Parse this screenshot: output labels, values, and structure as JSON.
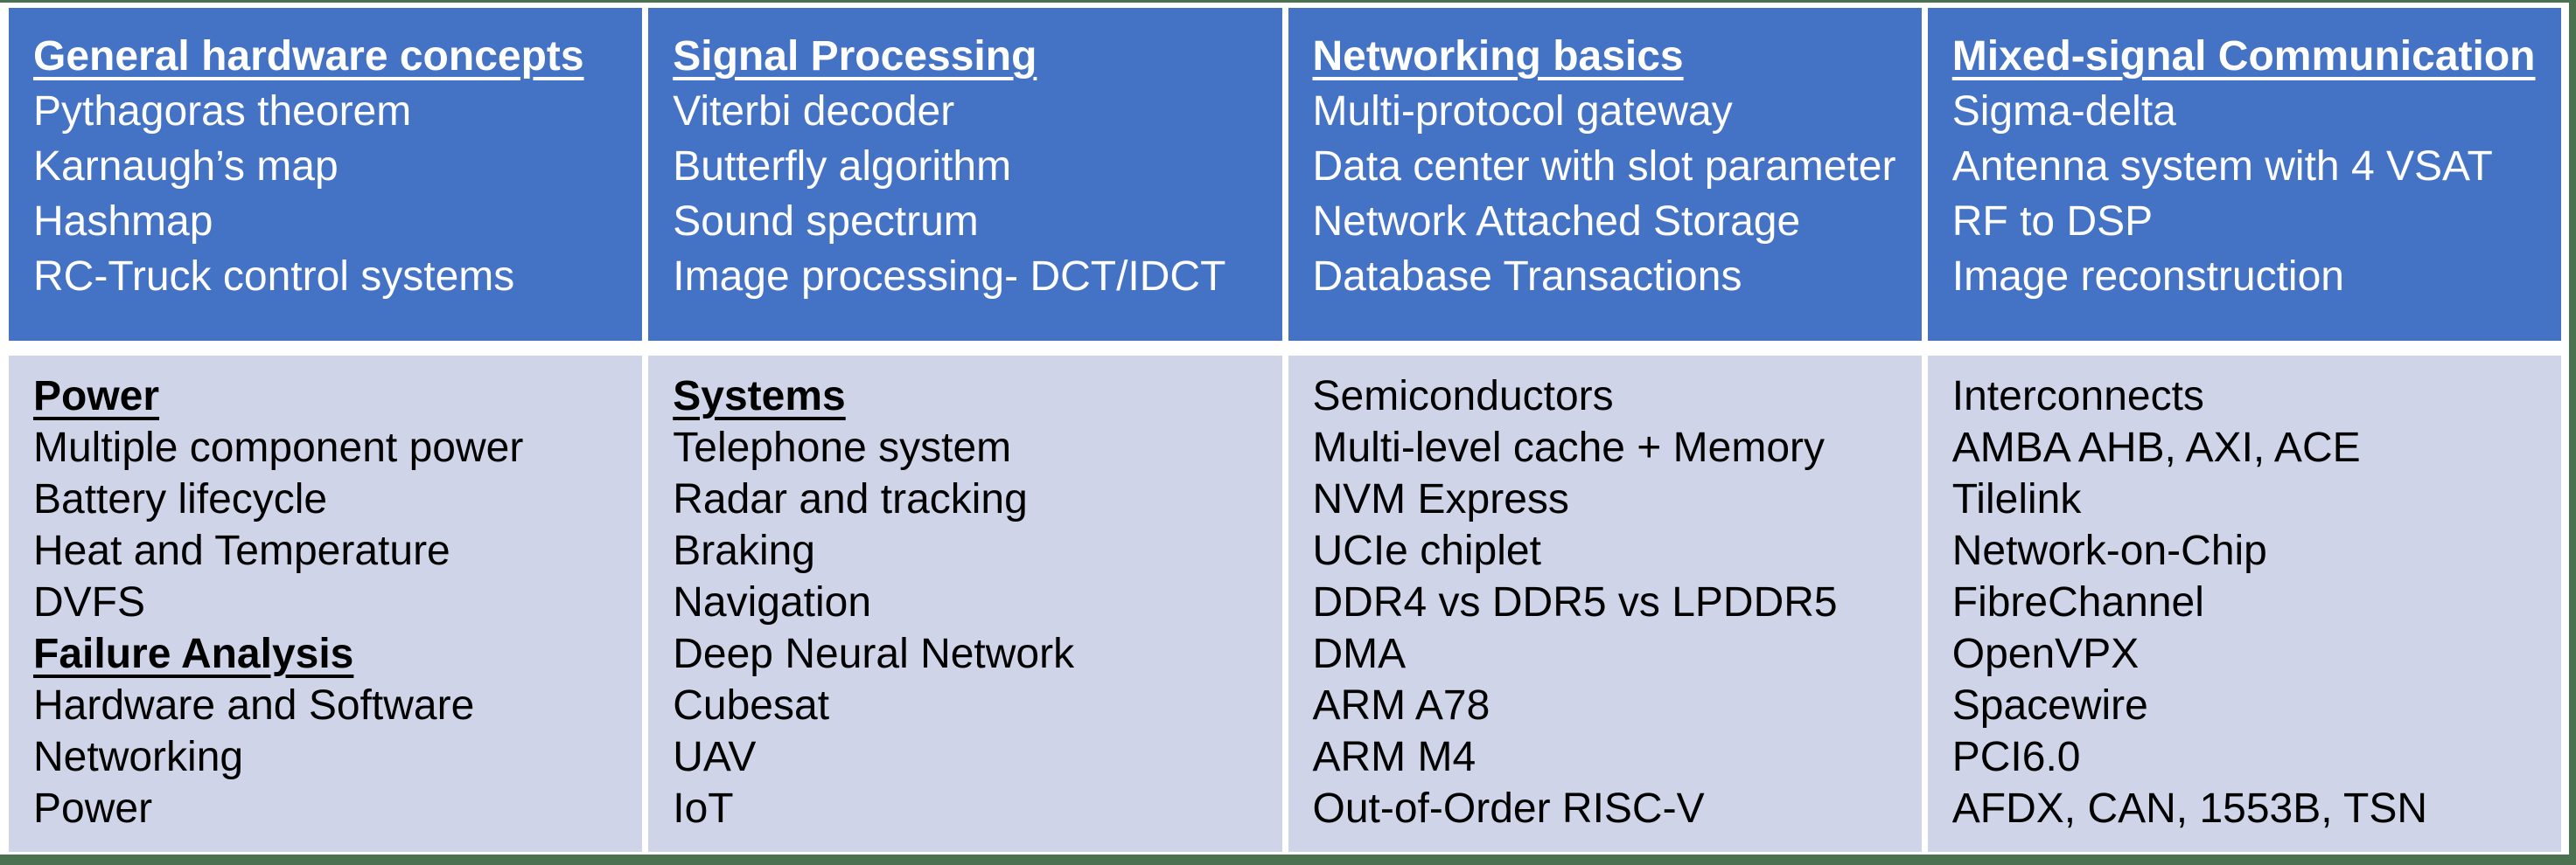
{
  "colors": {
    "blue": "#4472C4",
    "lavender": "#CFD4E9",
    "green": "#4A7150",
    "top_row_text": "#FFFFFF",
    "bottom_row_text": "#000000"
  },
  "grid": {
    "top": [
      {
        "header": "General hardware concepts",
        "items": [
          "Pythagoras theorem",
          "Karnaugh’s map",
          "Hashmap",
          "RC-Truck control systems"
        ]
      },
      {
        "header": "Signal Processing",
        "items": [
          "Viterbi decoder",
          "Butterfly algorithm",
          "Sound spectrum",
          "Image processing- DCT/IDCT"
        ]
      },
      {
        "header": "Networking basics",
        "items": [
          "Multi-protocol gateway",
          "Data center with slot parameter",
          "Network Attached Storage",
          "Database Transactions"
        ]
      },
      {
        "header": "Mixed-signal Communication",
        "items": [
          "Sigma-delta",
          "Antenna system with 4 VSAT",
          "RF to DSP",
          "Image reconstruction"
        ]
      }
    ],
    "bottom": [
      {
        "lines": [
          "Power",
          "Multiple component power",
          "Battery lifecycle",
          "Heat and Temperature",
          "DVFS",
          "Failure Analysis",
          "Hardware and Software",
          "Networking",
          "Power"
        ],
        "heading_indexes": [
          0,
          5
        ]
      },
      {
        "lines": [
          "Systems",
          "Telephone system",
          "Radar and tracking",
          "Braking",
          "Navigation",
          "Deep Neural Network",
          "Cubesat",
          "UAV",
          "IoT"
        ],
        "heading_indexes": [
          0
        ]
      },
      {
        "lines": [
          "Semiconductors",
          "Multi-level cache + Memory",
          "NVM Express",
          "UCIe chiplet",
          "DDR4 vs DDR5 vs LPDDR5",
          "DMA",
          "ARM A78",
          "ARM M4",
          "Out-of-Order RISC-V"
        ],
        "heading_indexes": []
      },
      {
        "lines": [
          "Interconnects",
          "AMBA AHB, AXI, ACE",
          "Tilelink",
          "Network-on-Chip",
          "FibreChannel",
          "OpenVPX",
          "Spacewire",
          "PCI6.0",
          "AFDX, CAN, 1553B, TSN"
        ],
        "heading_indexes": []
      }
    ]
  }
}
